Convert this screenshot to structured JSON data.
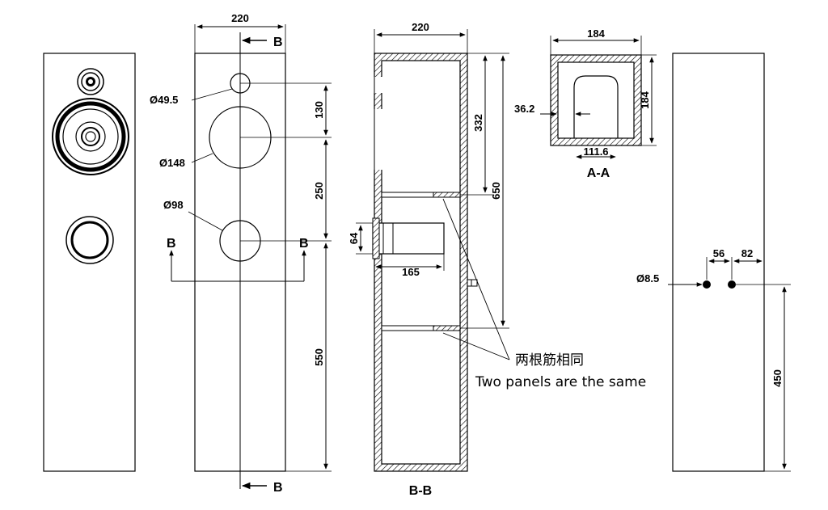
{
  "front_view": {},
  "dimension_view": {
    "width_label": "220",
    "section_marker": "B",
    "hole_small_label": "Ø49.5",
    "hole_mid_label": "Ø148",
    "hole_port_label": "Ø98",
    "spacing_top": "130",
    "spacing_mid": "250",
    "spacing_bottom": "550"
  },
  "section_view": {
    "width_label": "220",
    "height_top": "332",
    "height_total": "650",
    "port_height": "64",
    "port_depth": "165",
    "title": "B-B"
  },
  "top_section": {
    "outer_width": "184",
    "outer_height": "184",
    "inner_offset": "36.2",
    "inner_width": "111.6",
    "title": "A-A"
  },
  "rear_view": {
    "hole_label": "Ø8.5",
    "spacing_a": "56",
    "spacing_b": "82",
    "height": "450"
  },
  "note": {
    "chinese": "两根筋相同",
    "english": "Two panels are the same"
  }
}
